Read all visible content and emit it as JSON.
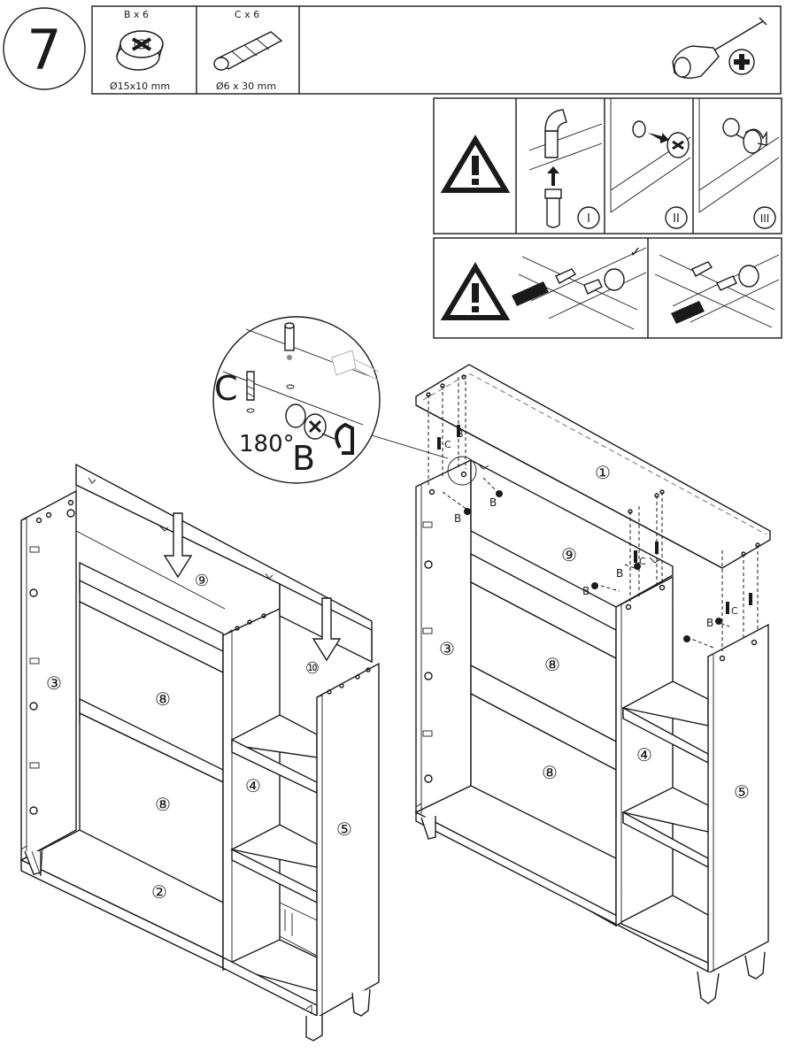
{
  "step": {
    "number": "7"
  },
  "parts": [
    {
      "label": "B x 6",
      "dims": "Ø15x10 mm",
      "icon": "cam-lock-icon"
    },
    {
      "label": "C x 6",
      "dims": "Ø6  x 30 mm",
      "icon": "cam-bolt-icon"
    }
  ],
  "tool": {
    "icon": "phillips-screwdriver-icon"
  },
  "warning_row1": {
    "steps": [
      "I",
      "II",
      "III"
    ]
  },
  "warning_row2": {
    "check": "✓"
  },
  "detail": {
    "label_c": "C",
    "label_b": "B",
    "rotation": "180°"
  },
  "left_assembly": {
    "panels": [
      "⑨",
      "⑧",
      "⑧",
      "③",
      "④",
      "⑤",
      "②",
      "⑩"
    ]
  },
  "right_assembly": {
    "panels": [
      "①",
      "⑨",
      "③",
      "⑧",
      "⑧",
      "④",
      "⑤"
    ],
    "fittings": [
      "C",
      "C",
      "C",
      "B",
      "B",
      "B",
      "B",
      "B",
      "B"
    ]
  },
  "colors": {
    "line": "#1a1a1a",
    "dash": "#888888",
    "background": "#ffffff"
  }
}
